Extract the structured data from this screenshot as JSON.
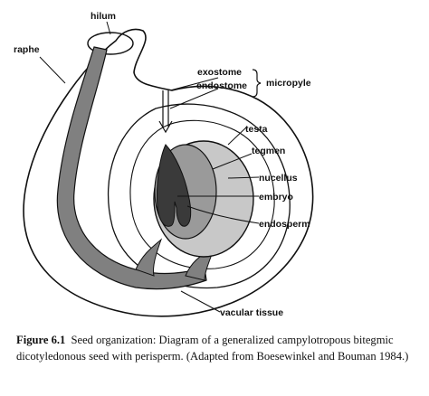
{
  "diagram": {
    "labels": {
      "hilum": "hilum",
      "raphe": "raphe",
      "exostome": "exostome",
      "endostome": "endostome",
      "micropyle": "micropyle",
      "testa": "testa",
      "tegmen": "tegmen",
      "nucellus": "nucellus",
      "embryo": "embryo",
      "endosperm": "endosperm",
      "vascular_tissue": "vacular tissue"
    }
  },
  "caption": {
    "label": "Figure 6.1",
    "text": "Seed organization: Diagram of a generalized campylotropous bitegmic dicotyledonous seed with perisperm. (Adapted from Boesewinkel and Bouman 1984.)"
  }
}
